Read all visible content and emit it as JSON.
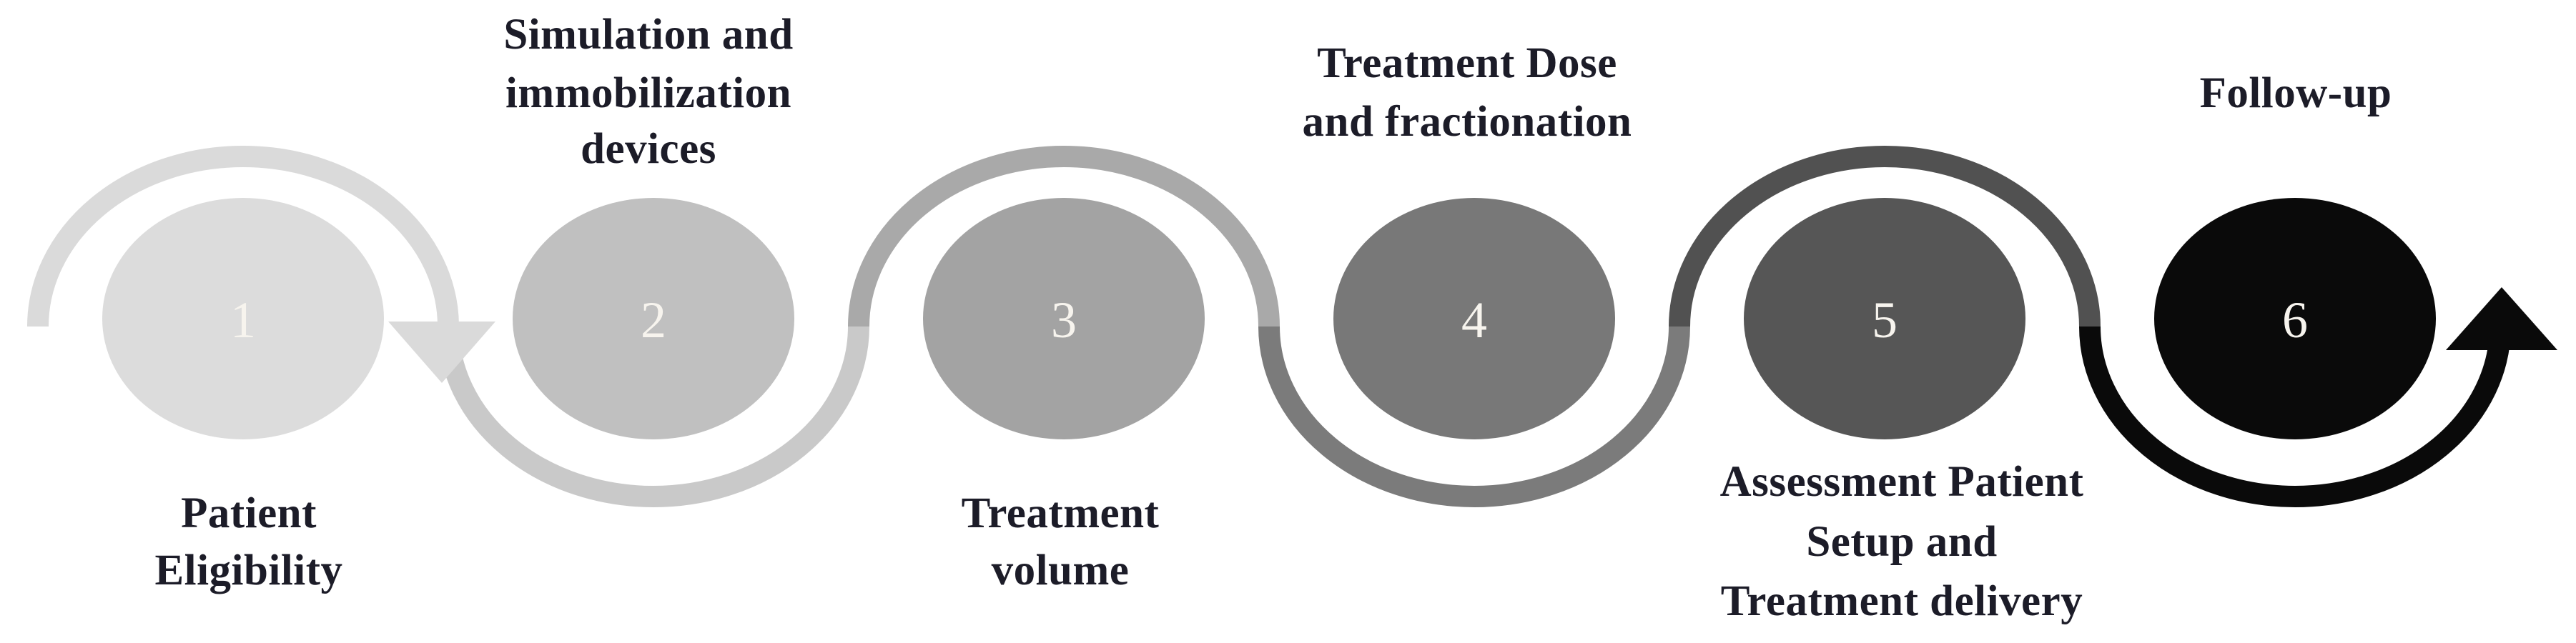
{
  "figure": {
    "background": "#ffffff",
    "text_color": "#1c1c28",
    "number_color": "#f7f4ee",
    "steps": [
      {
        "number": "1",
        "label": "Patient Eligibility",
        "label_lines": [
          "Patient",
          "Eligibility"
        ],
        "label_position": "below",
        "circle_color": "#dcdcdc",
        "arc_color": "#dadada"
      },
      {
        "number": "2",
        "label": "Simulation and immobilization devices",
        "label_lines": [
          "Simulation and",
          "immobilization",
          "devices"
        ],
        "label_position": "above",
        "circle_color": "#c0c0c0",
        "arc_color": "#c9c9c9"
      },
      {
        "number": "3",
        "label": "Treatment volume",
        "label_lines": [
          "Treatment",
          "volume"
        ],
        "label_position": "below",
        "circle_color": "#a3a3a3",
        "arc_color": "#a9a9a9"
      },
      {
        "number": "4",
        "label": "Treatment Dose and fractionation",
        "label_lines": [
          "Treatment Dose",
          "and fractionation"
        ],
        "label_position": "above",
        "circle_color": "#787878",
        "arc_color": "#7b7b7b"
      },
      {
        "number": "5",
        "label": "Assessment Patient Setup and Treatment delivery",
        "label_lines": [
          "Assessment Patient",
          "Setup and",
          "Treatment delivery"
        ],
        "label_position": "below",
        "circle_color": "#565656",
        "arc_color": "#515151"
      },
      {
        "number": "6",
        "label": "Follow-up",
        "label_lines": [
          "Follow-up"
        ],
        "label_position": "above",
        "circle_color": "#0a0a0a",
        "arc_color": "#0a0a0a"
      }
    ],
    "mid_arrow": {
      "direction": "down",
      "color": "#dadada"
    },
    "end_arrow": {
      "direction": "up",
      "color": "#0a0a0a"
    }
  }
}
